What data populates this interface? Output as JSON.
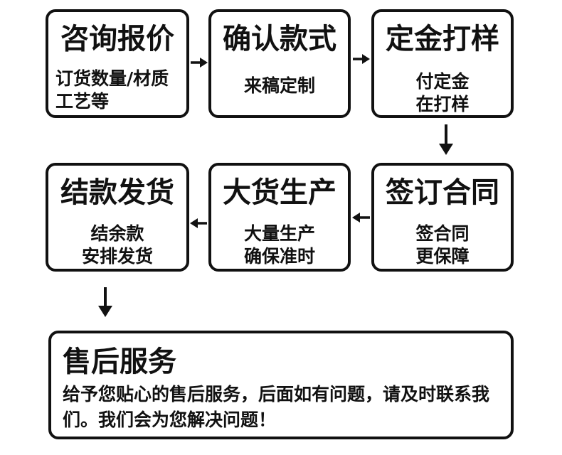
{
  "steps": [
    {
      "title": "咨询报价",
      "desc": "订货数量/材质\n工艺等"
    },
    {
      "title": "确认款式",
      "desc": "来稿定制"
    },
    {
      "title": "定金打样",
      "desc": "付定金\n在打样"
    },
    {
      "title": "签订合同",
      "desc": "签合同\n更保障"
    },
    {
      "title": "大货生产",
      "desc": "大量生产\n确保准时"
    },
    {
      "title": "结款发货",
      "desc": "结余款\n安排发货"
    }
  ],
  "service": {
    "title": "售后服务",
    "desc": "给予您贴心的售后服务，后面如有问题，请及时联系我们。我们会为您解决问题！"
  }
}
